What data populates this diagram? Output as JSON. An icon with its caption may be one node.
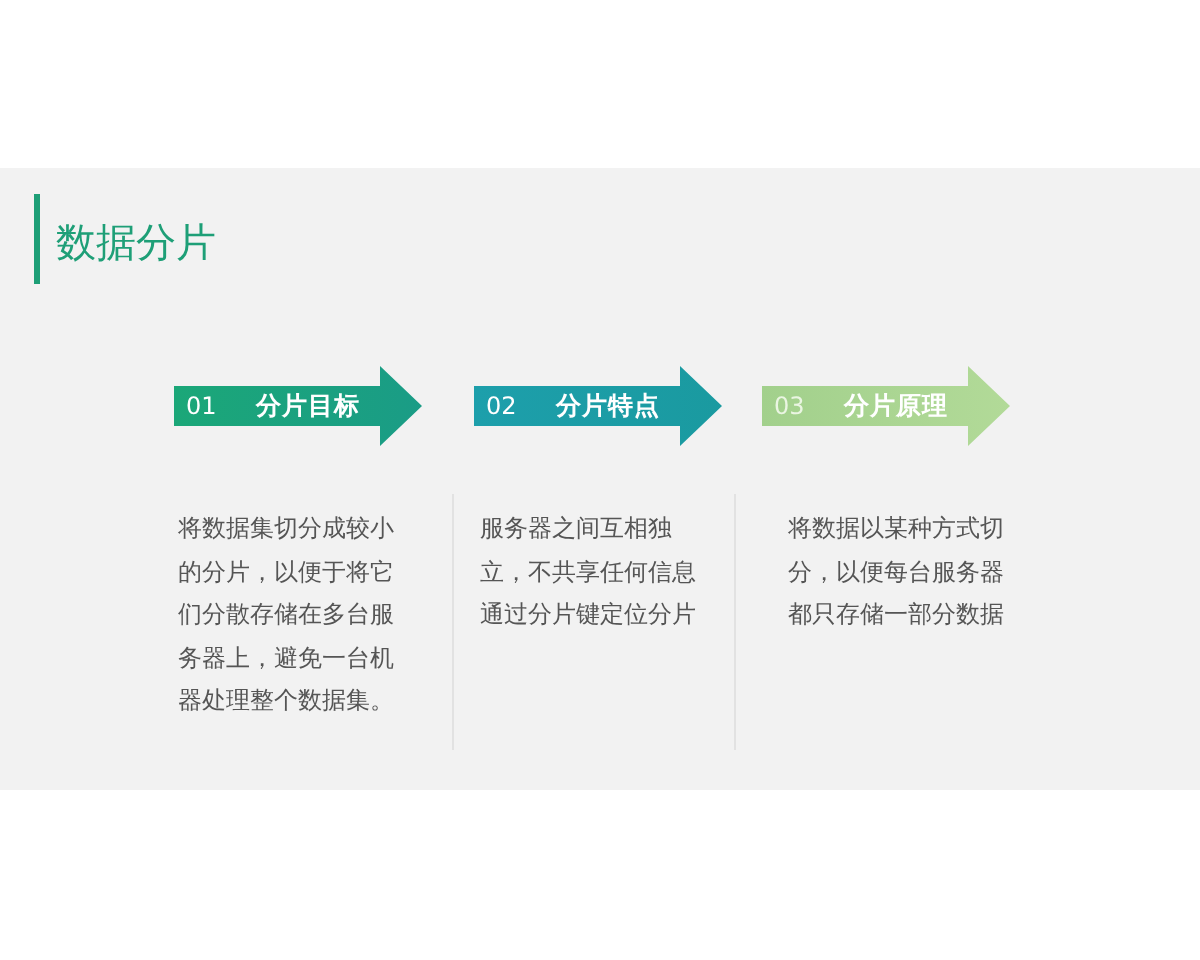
{
  "diagram": {
    "title": "数据分片",
    "nodes": [
      {
        "text": [
          "01",
          "分片目标"
        ],
        "beside": [
          "将数据集切分成较小的分片，以便于将它们分散存储在多台服务器上，避免一台机器处理整个数据集。"
        ]
      },
      {
        "text": [
          "02",
          "分片特点"
        ],
        "beside": [
          "服务器之间互相独立，不共享任何信息通过分片键定位分片"
        ]
      },
      {
        "text": [
          "03",
          "分片原理"
        ],
        "beside": [
          "将数据以某种方式切分，以便每台服务器都只存储一部分数据"
        ]
      }
    ]
  }
}
